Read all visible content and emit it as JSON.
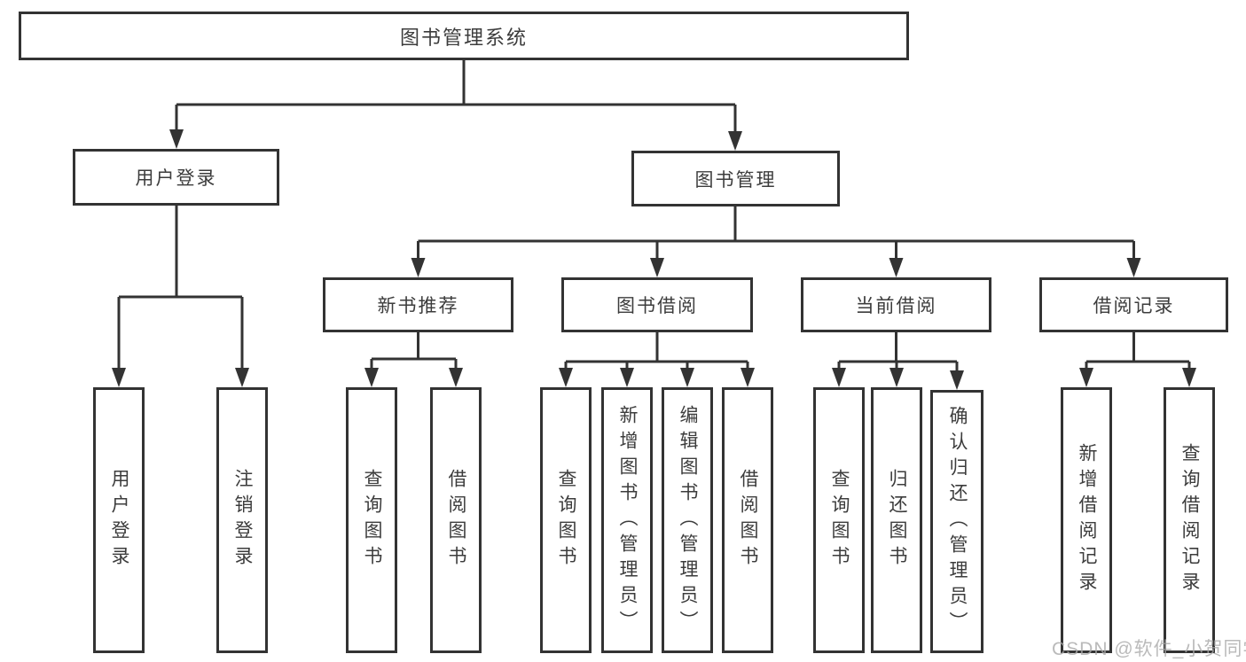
{
  "diagram": {
    "title": "图书管理系统",
    "watermark": "CSDN @软件_小贺同学",
    "colors": {
      "line": "#333333",
      "box_border": "#333333",
      "box_fill": "#ffffff",
      "text": "#3c3c3c",
      "watermark": "#a9a9a9",
      "background": "#ffffff"
    },
    "tree": {
      "label": "图书管理系统",
      "children": [
        {
          "label": "用户登录",
          "children": [
            {
              "label": "用户登录"
            },
            {
              "label": "注销登录"
            }
          ]
        },
        {
          "label": "图书管理",
          "children": [
            {
              "label": "新书推荐",
              "children": [
                {
                  "label": "查询图书"
                },
                {
                  "label": "借阅图书"
                }
              ]
            },
            {
              "label": "图书借阅",
              "children": [
                {
                  "label": "查询图书"
                },
                {
                  "label": "新增图书（管理员）"
                },
                {
                  "label": "编辑图书（管理员）"
                },
                {
                  "label": "借阅图书"
                }
              ]
            },
            {
              "label": "当前借阅",
              "children": [
                {
                  "label": "查询图书"
                },
                {
                  "label": "归还图书"
                },
                {
                  "label": "确认归还（管理员）"
                }
              ]
            },
            {
              "label": "借阅记录",
              "children": [
                {
                  "label": "新增借阅记录"
                },
                {
                  "label": "查询借阅记录"
                }
              ]
            }
          ]
        }
      ]
    }
  }
}
